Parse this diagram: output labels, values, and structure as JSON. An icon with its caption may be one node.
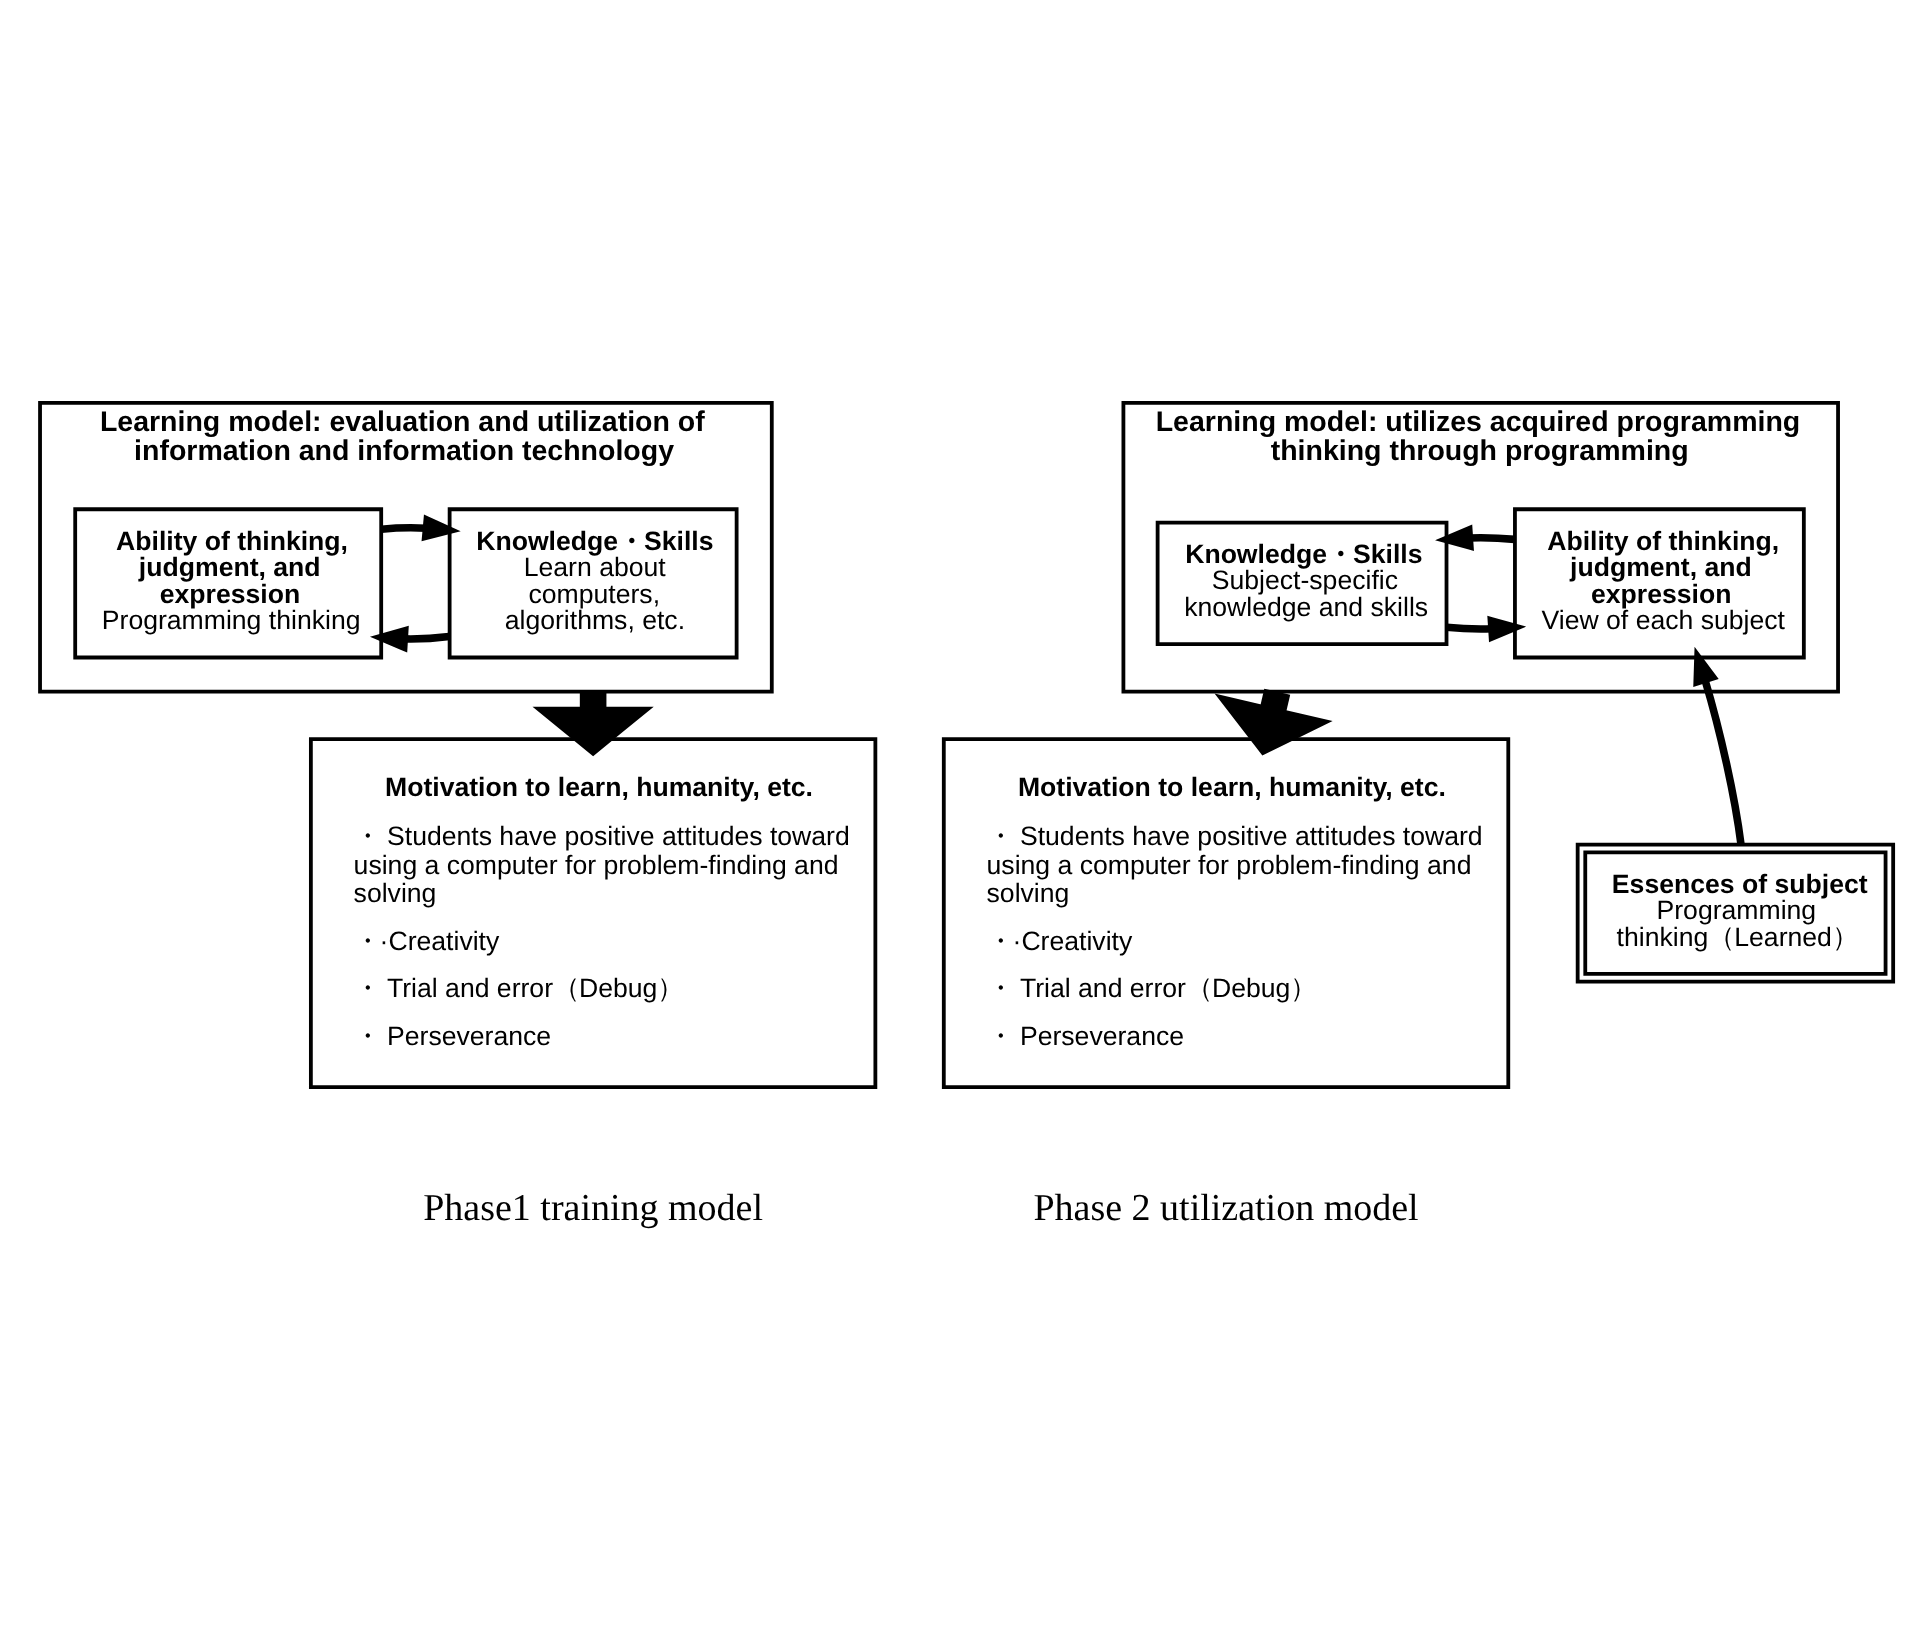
{
  "diagram": {
    "nodes": [
      {
        "text": [
          "Learning model: evaluation and utilization of information and information technology"
        ]
      },
      {
        "text": [
          "Knowledge・Skills",
          "Learn about computers, algorithms, etc."
        ],
        "in": 0
      },
      {
        "text": [
          "Ability of thinking, judgment, and expression",
          "Programming thinking"
        ],
        "in": 0
      },
      {
        "text": [
          "Motivation to learn, humanity, etc.",
          "・ Students have positive attitudes toward using a computer for problem-finding and solving",
          "・·Creativity",
          "・ Trial and error（Debug）",
          "・ Perseverance"
        ]
      },
      {
        "text": [
          "Learning model: utilizes acquired programming thinking through programming"
        ]
      },
      {
        "text": [
          "Knowledge・Skills",
          "Subject-specific knowledge and skills"
        ],
        "in": 4
      },
      {
        "text": [
          "Ability of thinking, judgment, and expression",
          "View of each subject"
        ],
        "in": 4
      },
      {
        "text": [
          "Essences of subject",
          "Programming thinking（Learned）"
        ]
      },
      {
        "text": [
          "Motivation to learn, humanity, etc.",
          "・ Students have positive attitudes toward using a computer for problem-finding and solving",
          "・·Creativity",
          "・ Trial and error（Debug）",
          "・ Perseverance"
        ]
      }
    ],
    "edges": [
      {
        "from": 1,
        "to": 2,
        "arrow": "to"
      },
      {
        "from": 2,
        "to": 1,
        "arrow": "to"
      },
      {
        "from": 0,
        "to": 3,
        "arrow": "to",
        "style": "thick"
      },
      {
        "from": 5,
        "to": 6,
        "arrow": "to"
      },
      {
        "from": 6,
        "to": 5,
        "arrow": "to"
      },
      {
        "from": 7,
        "to": 6,
        "arrow": "to"
      },
      {
        "from": 4,
        "to": 8,
        "arrow": "to",
        "style": "thick"
      }
    ],
    "labels": [
      "Phase1 training model",
      "Phase 2 utilization model"
    ]
  }
}
